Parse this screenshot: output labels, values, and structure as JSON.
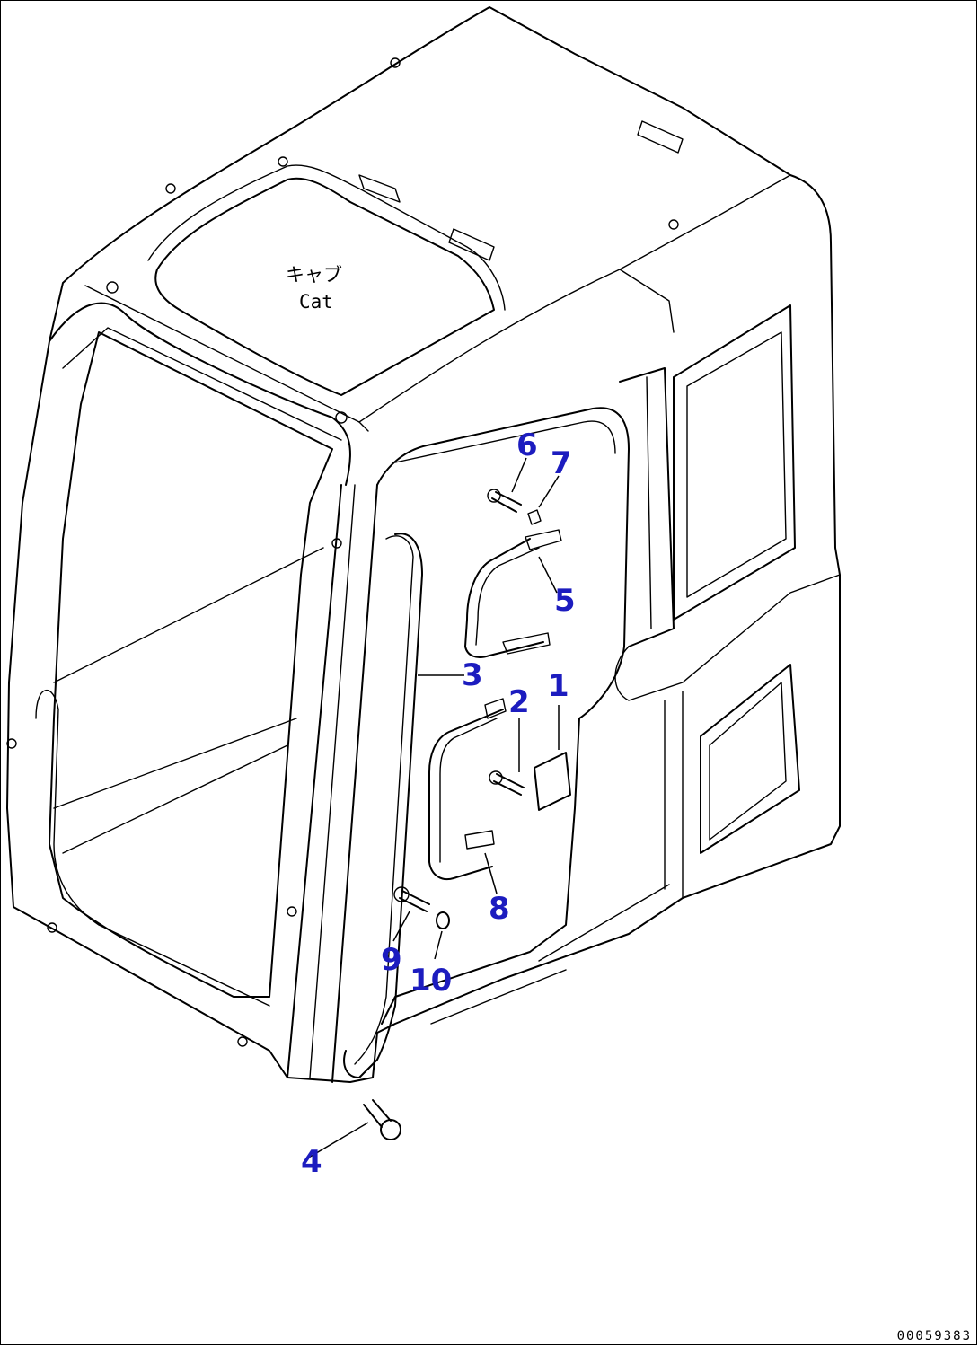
{
  "diagram": {
    "cab_label_jp": "キャブ",
    "cab_label_en": "Cat",
    "drawing_id": "00059383",
    "callouts": {
      "c1": "1",
      "c2": "2",
      "c3": "3",
      "c4": "4",
      "c5": "5",
      "c6": "6",
      "c7": "7",
      "c8": "8",
      "c9": "9",
      "c10": "10"
    },
    "colors": {
      "callout": "#1c1cbf",
      "line": "#000000",
      "background": "#ffffff"
    }
  }
}
